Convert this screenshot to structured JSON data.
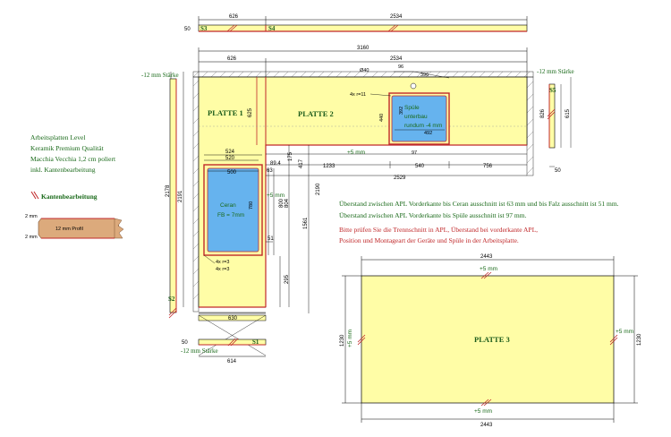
{
  "colors": {
    "slab": "#fffda6",
    "cutout": "#66b3ee",
    "edge_red": "#c0282a",
    "text_green": "#1a6a1a"
  },
  "info": {
    "line1": "Arbeitsplatten Level",
    "line2": "Keramik Premium Qualität",
    "line3": "Macchia Vecchia 1,2 cm poliert",
    "line4": "inkl. Kantenbearbeitung"
  },
  "legend": {
    "title": "Kantenbearbeitung",
    "profile": "12 mm Profil",
    "top_label": "2 mm",
    "bottom_label": "2 mm"
  },
  "plates": {
    "p1": "PLATTE 1",
    "p2": "PLATTE 2",
    "p3": "PLATTE 3",
    "s1": "S1",
    "s2": "S2",
    "s3": "S3",
    "s4": "S4",
    "s5": "S5"
  },
  "cutouts": {
    "sink_l1": "Spüle",
    "sink_l2": "unterbau",
    "sink_l3": "rundum -4 mm",
    "ceran_l1": "Ceran",
    "ceran_l2": "FB = 7mm",
    "r11": "4x r=11",
    "r3a": "4x r=3",
    "r3b": "4x r=3"
  },
  "thickness": {
    "left": "-12 mm Stärke",
    "right": "-12 mm Stärke",
    "bottom": "-12 mm Stärke"
  },
  "dims": {
    "s_top_626": "626",
    "s_top_2534": "2534",
    "s_top_50": "50",
    "d3160": "3160",
    "d626": "626",
    "d2534": "2534",
    "d40": "Ø40",
    "d96": "96",
    "d396": "396",
    "d4x": "4x r=11",
    "d392": "392",
    "d440": "440",
    "d492": "492",
    "d97": "97",
    "d625": "625",
    "d1233": "1233",
    "d540": "540",
    "d756": "756",
    "d2529": "2529",
    "d524": "524",
    "d520": "520",
    "d500": "500",
    "d63": "63",
    "d89": "89.4",
    "d175": "175",
    "d417": "417",
    "d800": "800",
    "d804": "804",
    "d780": "780",
    "d51": "51",
    "d295": "295",
    "d1561": "1561",
    "d2190": "2190",
    "d2178": "2178",
    "d2191": "2191",
    "d630": "630",
    "d614": "614",
    "d50b": "50",
    "d826": "826",
    "d615": "615",
    "d50r": "50",
    "p5mm": "+5 mm",
    "p5mm2": "+5 mm",
    "p3_top": "2443",
    "p3_bot": "2443",
    "p3_left": "1230",
    "p3_right": "1230",
    "p3_plus_top": "+5 mm",
    "p3_plus_bot": "+5 mm",
    "p3_plus_left": "+5 mm",
    "p3_plus_right": "+5 mm"
  },
  "notes": {
    "g1": "Überstand zwischen APL Vorderkante bis Ceran ausschnitt ist 63 mm und bis Falz ausschnitt ist 51 mm.",
    "g2": "Überstand zwischen APL Vorderkante bis Spüle ausschnitt ist 97 mm.",
    "r1": "Bitte prüfen Sie die Trennschnitt in APL, Überstand bei vorderkante APL,",
    "r2": "Position und Montageart der Geräte und Spüle in der Arbeitsplatte."
  }
}
